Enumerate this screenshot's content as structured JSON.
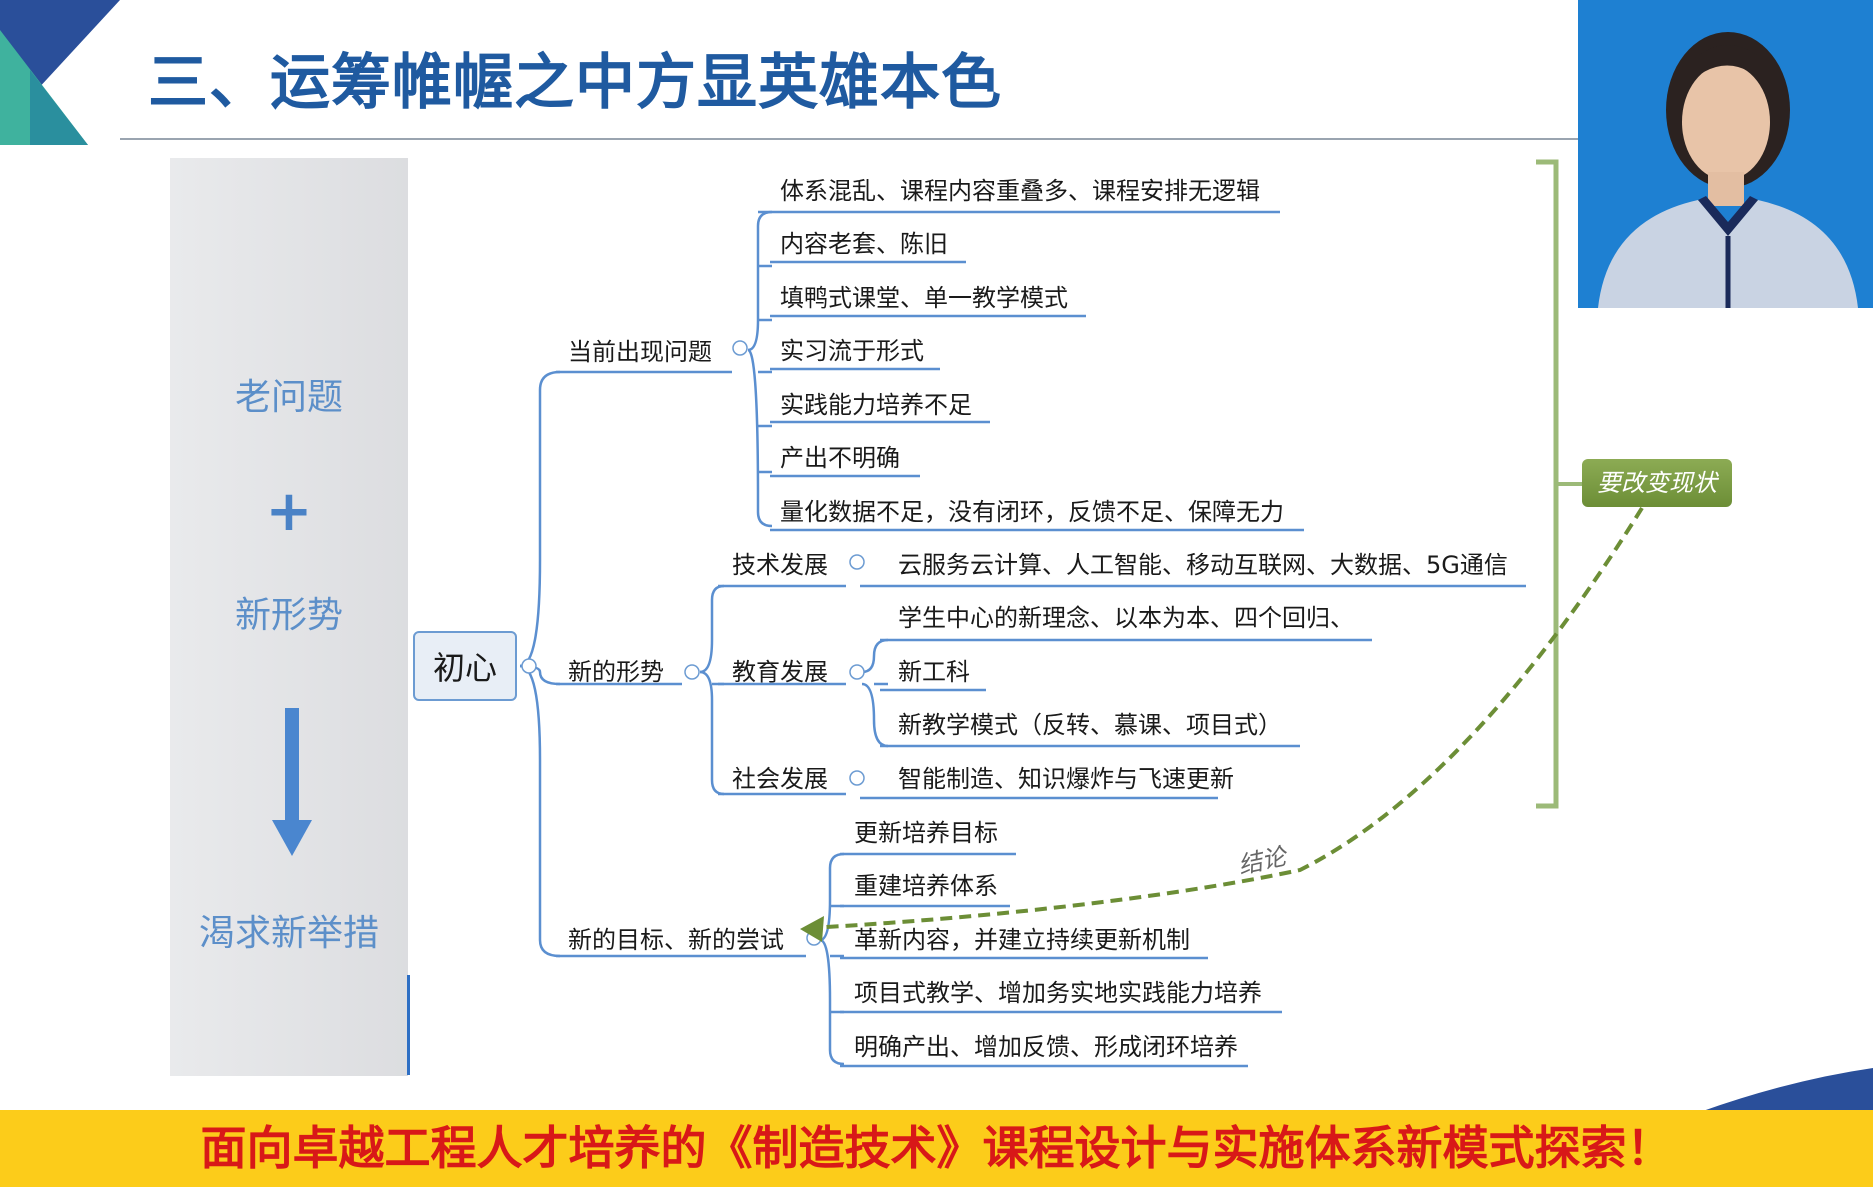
{
  "header": {
    "title": "三、运筹帷幄之中方显英雄本色"
  },
  "left_panel": {
    "line1": "老问题",
    "plus": "+",
    "line2": "新形势",
    "line3": "渴求新举措"
  },
  "mindmap": {
    "root": "初心",
    "branches": [
      {
        "label": "当前出现问题",
        "items": [
          "体系混乱、课程内容重叠多、课程安排无逻辑",
          "内容老套、陈旧",
          "填鸭式课堂、单一教学模式",
          "实习流于形式",
          "实践能力培养不足",
          "产出不明确",
          "量化数据不足，没有闭环，反馈不足、保障无力"
        ]
      },
      {
        "label": "新的形势",
        "sub": [
          {
            "label": "技术发展",
            "items": [
              "云服务云计算、人工智能、移动互联网、大数据、5G通信"
            ]
          },
          {
            "label": "教育发展",
            "items": [
              "学生中心的新理念、以本为本、四个回归、",
              "新工科",
              "新教学模式（反转、慕课、项目式）"
            ]
          },
          {
            "label": "社会发展",
            "items": [
              "智能制造、知识爆炸与飞速更新"
            ]
          }
        ]
      },
      {
        "label": "新的目标、新的尝试",
        "items": [
          "更新培养目标",
          "重建培养体系",
          "革新内容，并建立持续更新机制",
          "项目式教学、增加务实地实践能力培养",
          "明确产出、增加反馈、形成闭环培养"
        ]
      }
    ],
    "tag": "要改变现状",
    "conclusion": "结论"
  },
  "footer": {
    "banner": "面向卓越工程人才培养的《制造技术》课程设计与实施体系新模式探索！"
  },
  "colors": {
    "title": "#1f5aa0",
    "line": "#5b8fd0",
    "green": "#6c8e36",
    "banner_bg": "#fccc1a",
    "banner_text": "#d81818"
  }
}
